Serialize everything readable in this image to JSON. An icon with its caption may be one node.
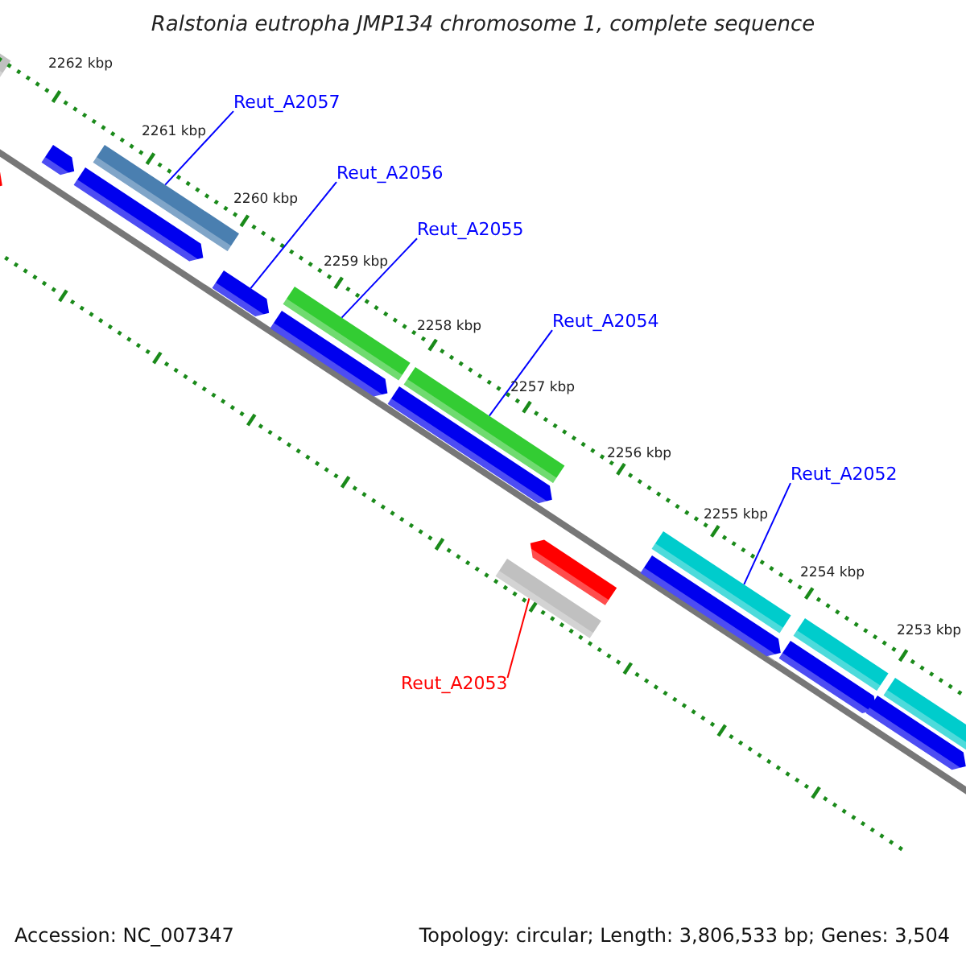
{
  "diagram": {
    "title": "Ralstonia eutropha JMP134 chromosome 1, complete sequence",
    "nodes": [
      {
        "text": [
          "Reut_A2057"
        ]
      },
      {
        "text": [
          "Reut_A2056"
        ]
      },
      {
        "text": [
          "Reut_A2055"
        ]
      },
      {
        "text": [
          "Reut_A2054"
        ]
      },
      {
        "text": [
          "Reut_A2052"
        ]
      },
      {
        "text": [
          "Reut_A2053"
        ]
      },
      {
        "text": [],
        "shape": "bar"
      },
      {
        "text": [],
        "shape": "bar"
      },
      {
        "text": [],
        "shape": "bar"
      },
      {
        "text": [],
        "shape": "bar"
      },
      {
        "text": [],
        "shape": "bar"
      },
      {
        "text": [],
        "shape": "bar"
      }
    ],
    "edges": [
      {
        "from": 0,
        "to": 6,
        "arrow": "none"
      },
      {
        "from": 1,
        "to": 7,
        "arrow": "none"
      },
      {
        "from": 2,
        "to": 8,
        "arrow": "none"
      },
      {
        "from": 3,
        "to": 9,
        "arrow": "none"
      },
      {
        "from": 4,
        "to": 10,
        "arrow": "none"
      },
      {
        "from": 5,
        "to": 11,
        "arrow": "none",
        "color": "#ff0000"
      }
    ],
    "labels": [
      "2262 kbp",
      "2261 kbp",
      "2260 kbp",
      "2259 kbp",
      "2258 kbp",
      "2257 kbp",
      "2256 kbp",
      "2255 kbp",
      "2254 kbp",
      "2253 kbp",
      "Accession: NC_007347",
      "Topology: circular; Length: 3,806,533 bp; Genes: 3,504"
    ]
  }
}
